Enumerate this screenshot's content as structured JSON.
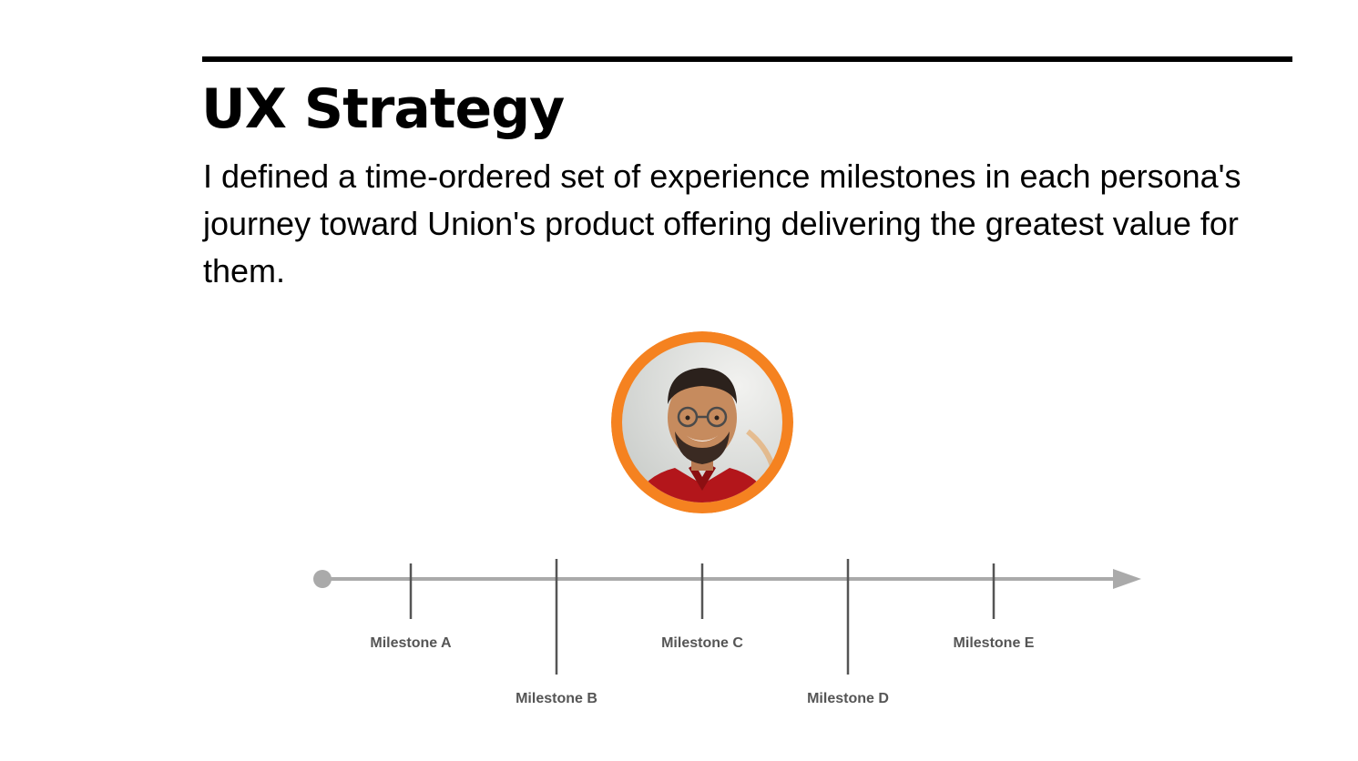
{
  "page": {
    "title": "UX Strategy",
    "description": "I defined a time-ordered set of experience milestones in each persona's journey toward Union's product offering delivering the greatest value for them."
  },
  "persona": {
    "avatar_icon": "persona-avatar-photo",
    "ring_color": "#F58220"
  },
  "timeline": {
    "line_color": "#AAAAAA",
    "tick_color": "#555555",
    "milestones": [
      {
        "label": "Milestone A",
        "position": "upper"
      },
      {
        "label": "Milestone B",
        "position": "lower"
      },
      {
        "label": "Milestone C",
        "position": "upper"
      },
      {
        "label": "Milestone D",
        "position": "lower"
      },
      {
        "label": "Milestone E",
        "position": "upper"
      }
    ]
  }
}
